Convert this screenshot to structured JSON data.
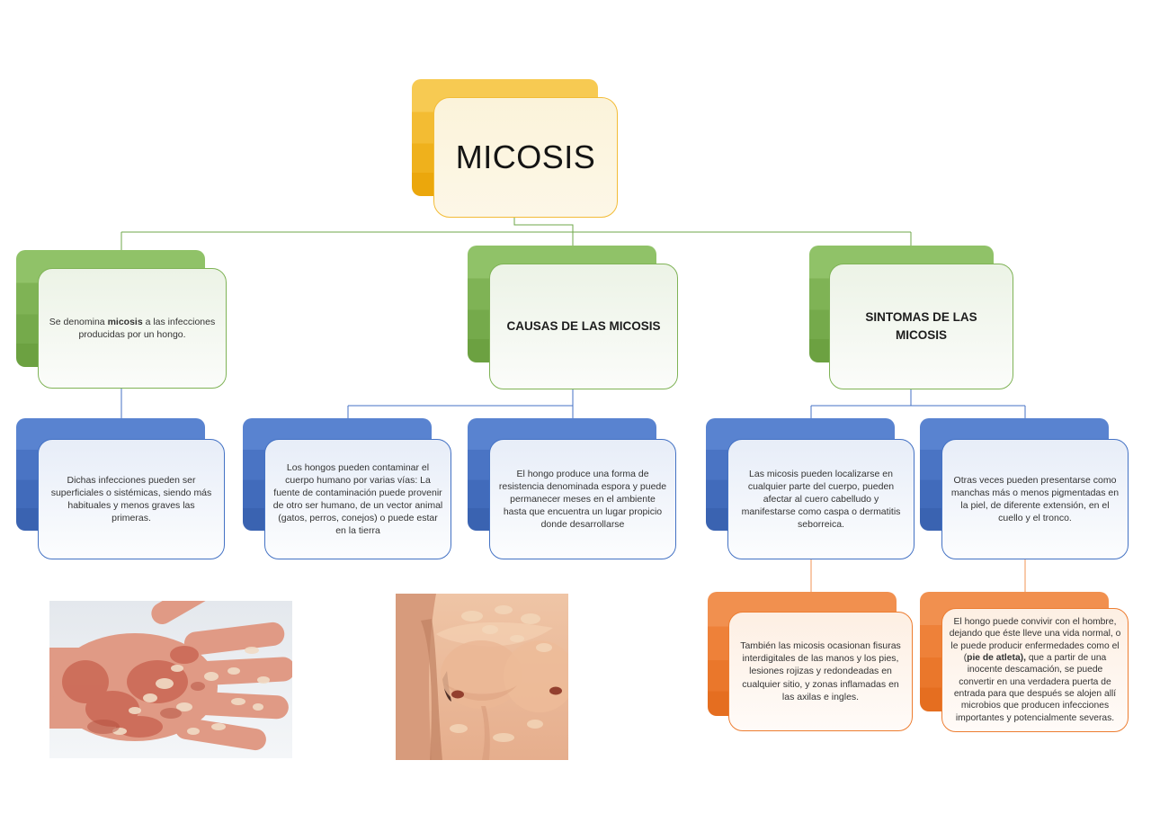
{
  "diagram": {
    "root": {
      "label": "MICOSIS"
    },
    "branches": {
      "definicion": {
        "pre": "Se denomina ",
        "bold": "micosis",
        "post": " a las infecciones producidas por un hongo."
      },
      "causas": {
        "label": "CAUSAS DE LAS MICOSIS"
      },
      "sintomas": {
        "label": "SINTOMAS DE LAS MICOSIS"
      }
    },
    "details": {
      "tipos": "Dichas infecciones pueden ser superficiales o sistémicas, siendo más habituales y menos graves las primeras.",
      "vias_contaminacion": "Los hongos pueden contaminar el cuerpo humano por varias vías: La fuente de contaminación puede provenir de otro ser humano, de un vector animal (gatos, perros, conejos) o puede estar en la tierra",
      "esporas": "El hongo produce una forma de resistencia denominada espora y puede permanecer meses en el ambiente hasta que encuentra un lugar propicio donde desarrollarse",
      "localizacion": "Las micosis pueden localizarse en cualquier parte del cuerpo, pueden afectar al cuero cabelludo y manifestarse como caspa o dermatitis seborreica.",
      "manchas": "Otras veces pueden presentarse como manchas más o menos pigmentadas en la piel, de diferente extensión, en el cuello y el tronco."
    },
    "sintomas_extra": {
      "fisuras": "También las micosis ocasionan fisuras interdigitales de las manos y los pies, lesiones rojizas y redondeadas en cualquier sitio, y zonas inflamadas en las axilas e ingles.",
      "pie_de_atleta": {
        "pre": "El hongo puede convivir con el hombre, dejando que éste lleve una vida normal, o le puede producir enfermedades como el (",
        "bold": "pie de atleta),",
        "post": " que a partir de una inocente descamación, se puede convertir en una verdadera puerta de entrada para que después se alojen allí microbios que producen infecciones importantes y potencialmente severas."
      }
    },
    "images": {
      "hand": "mano con lesiones de micosis",
      "torso": "torso con manchas pigmentadas"
    },
    "colors": {
      "root_accent": "#F0B429",
      "level1_accent": "#70AD47",
      "level2_accent": "#4472C4",
      "level3_accent": "#ED7D31"
    }
  }
}
